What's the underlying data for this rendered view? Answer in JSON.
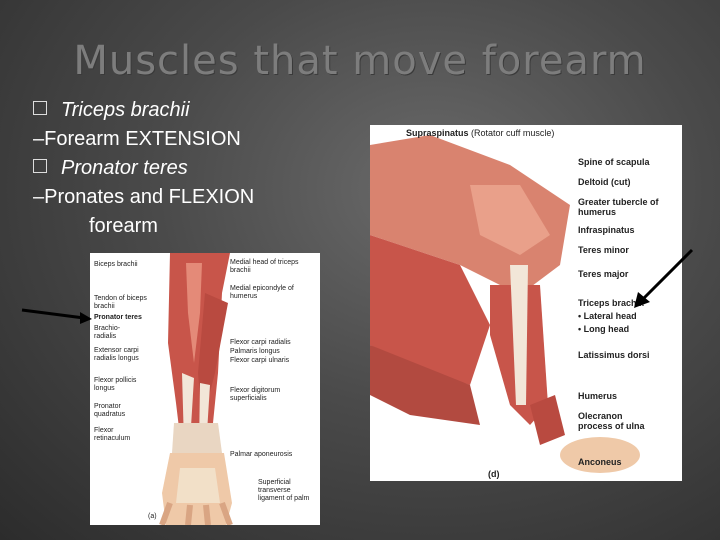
{
  "slide": {
    "title": "Muscles that move forearm",
    "bullets": [
      {
        "marker": "",
        "text": "Triceps brachii"
      },
      {
        "text": "–Forearm EXTENSION"
      },
      {
        "marker": "",
        "text": "Pronator teres"
      },
      {
        "text": "–Pronates and FLEXION"
      },
      {
        "text": "forearm"
      }
    ]
  },
  "figure_left": {
    "labels_left": [
      "Biceps brachii",
      "Tendon of biceps brachii",
      "Pronator teres",
      "Brachio-radialis",
      "Extensor carpi radialis longus",
      "Flexor pollicis longus",
      "Pronator quadratus",
      "Flexor retinaculum"
    ],
    "labels_right": [
      "Medial head of triceps brachii",
      "Medial epicondyle of humerus",
      "Flexor carpi radialis",
      "Palmaris longus",
      "Flexor carpi ulnaris",
      "Flexor digitorum superficialis",
      "Palmar aponeurosis",
      "Superficial transverse ligament of palm"
    ],
    "panel": "(a)"
  },
  "figure_right": {
    "title_bold": "Supraspinatus",
    "title_rest": " (Rotator cuff muscle)",
    "labels": [
      "Spine of scapula",
      "Deltoid (cut)",
      "Greater tubercle of humerus",
      "Infraspinatus",
      "Teres minor",
      "Teres major",
      "Triceps brachii:",
      "• Lateral head",
      "• Long head",
      "Latissimus dorsi",
      "Humerus",
      "Olecranon process of ulna",
      "Anconeus"
    ],
    "panel": "(d)"
  },
  "colors": {
    "muscle": "#c8554a",
    "muscle_light": "#e48a78",
    "tendon": "#f2e6d8",
    "skin": "#efc9a8",
    "text": "#ffffff",
    "title": "#7d7d7d"
  }
}
